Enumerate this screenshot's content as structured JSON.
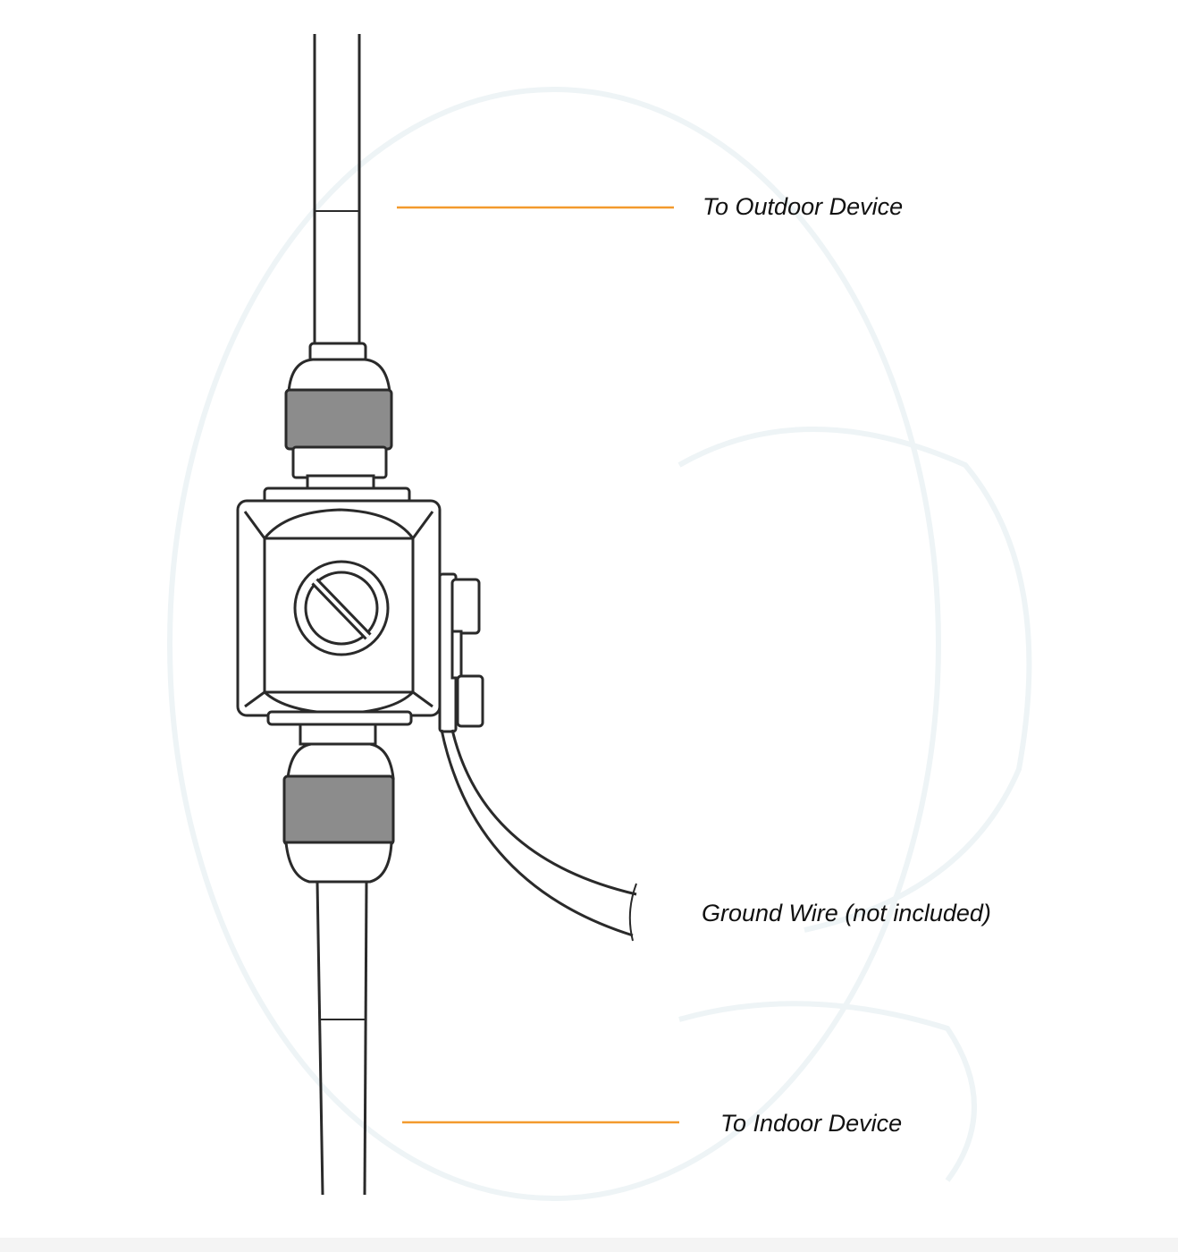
{
  "colors": {
    "leader_line": "#f39a2e",
    "line_art": "#2a2a2a",
    "nut_fill": "#8c8c8c",
    "background": "#ffffff",
    "watermark": "#eef4f6"
  },
  "labels": {
    "outdoor": "To Outdoor Device",
    "ground": "Ground Wire (not included)",
    "indoor": "To Indoor Device"
  }
}
